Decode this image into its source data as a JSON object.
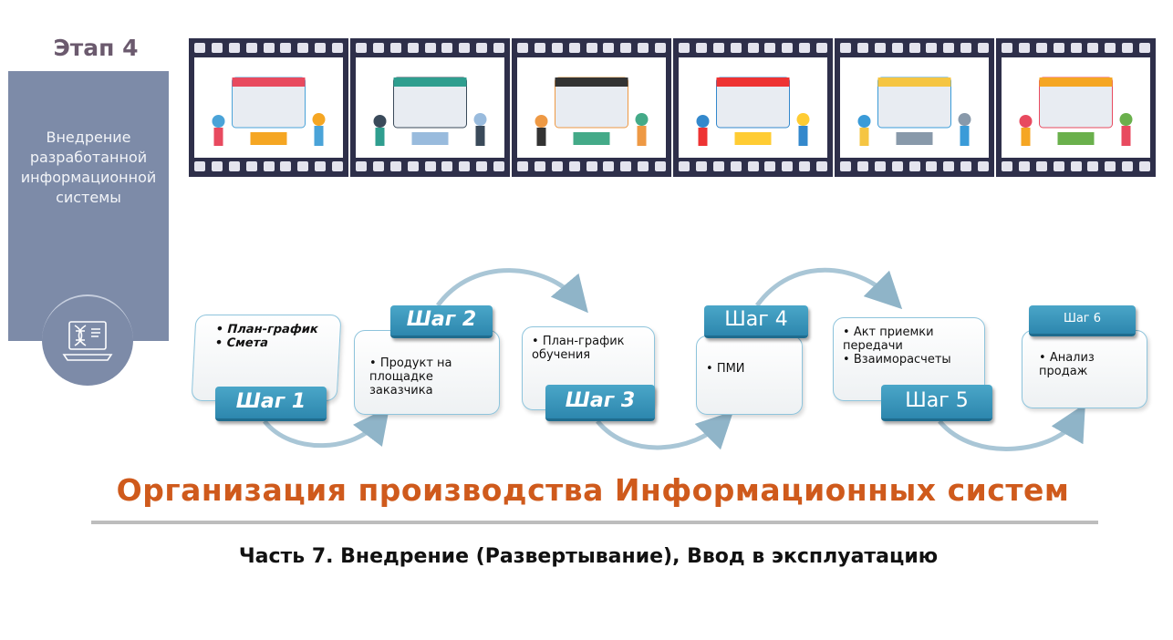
{
  "stage": {
    "label": "Этап 4",
    "description": "Внедрение разработанной информационной системы",
    "icon": "dna-laptop-icon"
  },
  "filmstrip": {
    "frames": [
      "calendar-planning",
      "laptop-hardware",
      "team-meeting",
      "devices-network",
      "automation-factory",
      "payment-laptop"
    ]
  },
  "steps": [
    {
      "label": "Шаг 1",
      "items": [
        "План-график",
        "Смета"
      ]
    },
    {
      "label": "Шаг 2",
      "items": [
        "Продукт на площадке заказчика"
      ]
    },
    {
      "label": "Шаг 3",
      "items": [
        "План-график обучения"
      ]
    },
    {
      "label": "Шаг 4",
      "items": [
        "ПМИ"
      ]
    },
    {
      "label": "Шаг 5",
      "items": [
        "Акт приемки передачи",
        "Взаиморасчеты"
      ]
    },
    {
      "label": "Шаг 6",
      "items": [
        "Анализ продаж"
      ]
    }
  ],
  "title": "Организация производства Информационных систем",
  "subtitle": "Часть 7. Внедрение (Развертывание), Ввод в эксплуатацию",
  "colors": {
    "accent": "#cf5a1c",
    "panel": "#7d8ba8",
    "step": "#2d87ae"
  }
}
